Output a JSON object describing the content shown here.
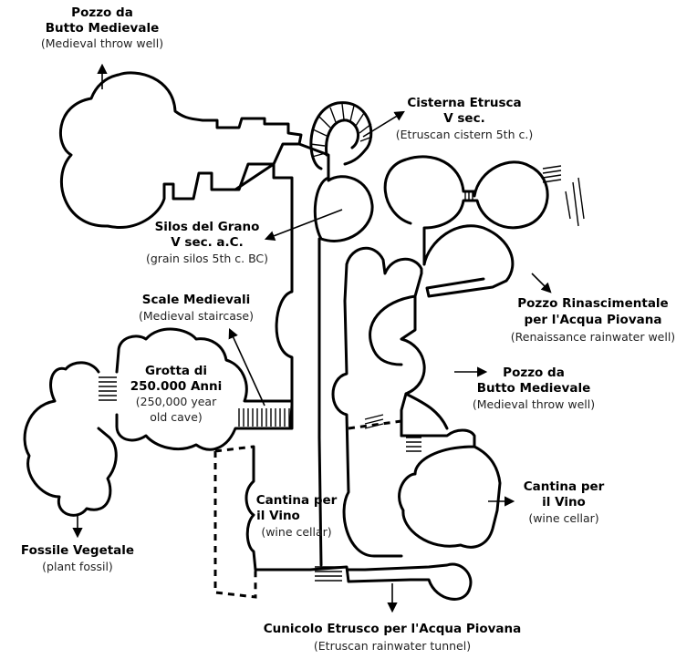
{
  "labels": {
    "well_top_left": {
      "line1": "Pozzo da",
      "line2": "Butto Medievale",
      "sub1": "(Medieval throw well)"
    },
    "cistern": {
      "line1": "Cisterna Etrusca",
      "line2": "V sec.",
      "sub1": "(Etruscan cistern 5th c.)"
    },
    "silos": {
      "line1": "Silos del Grano",
      "line2": "V sec. a.C.",
      "sub1": "(grain silos 5th c. BC)"
    },
    "stairs": {
      "line1": "Scale Medievali",
      "sub1": "(Medieval staircase)"
    },
    "cave": {
      "line1": "Grotta di",
      "line2": "250.000 Anni",
      "sub1": "(250,000 year",
      "sub2": "old cave)"
    },
    "renaissance_well": {
      "line1": "Pozzo Rinascimentale",
      "line2": "per l'Acqua Piovana",
      "sub1": "(Renaissance rainwater well)"
    },
    "well_right": {
      "line1": "Pozzo da",
      "line2": "Butto Medievale",
      "sub1": "(Medieval throw well)"
    },
    "wine_right": {
      "line1": "Cantina per",
      "line2": "il Vino",
      "sub1": "(wine cellar)"
    },
    "wine_center": {
      "line1": "Cantina per",
      "line2": "il Vino",
      "sub1": "(wine cellar)"
    },
    "fossil": {
      "line1": "Fossile Vegetale",
      "sub1": "(plant fossil)"
    },
    "tunnel": {
      "line1": "Cunicolo Etrusco per l'Acqua Piovana",
      "sub1": "(Etruscan rainwater tunnel)"
    }
  }
}
